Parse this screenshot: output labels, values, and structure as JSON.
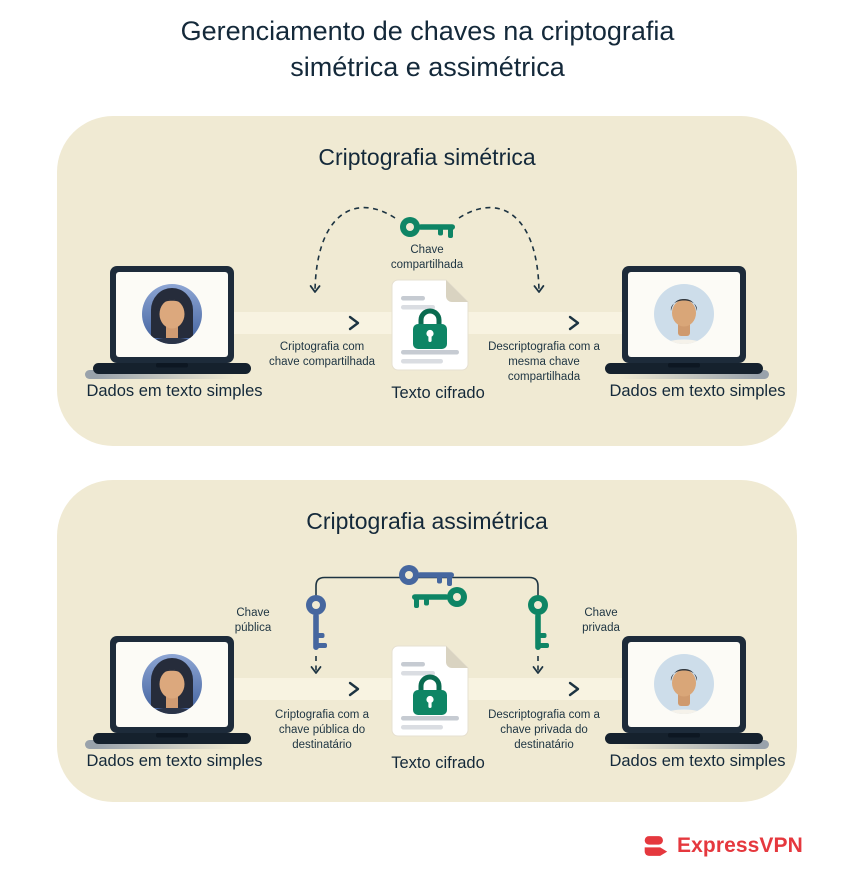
{
  "title": "Gerenciamento de chaves na criptografia simétrica e assimétrica",
  "panels": {
    "symmetric": {
      "title": "Criptografia simétrica",
      "key_label": "Chave compartilhada",
      "encrypt_label": "Criptografia com chave compartilhada",
      "decrypt_label": "Descriptografia com a mesma chave compartilhada",
      "sender_label": "Dados em texto simples",
      "cipher_label": "Texto cifrado",
      "receiver_label": "Dados em texto simples"
    },
    "asymmetric": {
      "title": "Criptografia assimétrica",
      "public_key_label": "Chave pública",
      "private_key_label": "Chave privada",
      "encrypt_label": "Criptografia com a chave pública do destinatário",
      "decrypt_label": "Descriptografia com a chave privada do destinatário",
      "sender_label": "Dados em texto simples",
      "cipher_label": "Texto cifrado",
      "receiver_label": "Dados em texto simples"
    }
  },
  "footer": {
    "brand": "ExpressVPN"
  },
  "colors": {
    "panel_bg": "#f0ead3",
    "band_bg": "#f8f3e1",
    "ink_navy": "#14293a",
    "key_green": "#0e8565",
    "key_blue": "#46679f",
    "lock_green": "#0e8565",
    "brand_red": "#e5383e"
  },
  "icons": {
    "shared_key": "key-icon",
    "public_key": "key-icon-blue",
    "private_key": "key-icon-green",
    "ciphertext": "document-lock-icon",
    "sender": "laptop-woman-avatar-icon",
    "receiver": "laptop-man-avatar-icon",
    "flow": "chevron-right-icon",
    "brand": "expressvpn-logo-icon"
  }
}
